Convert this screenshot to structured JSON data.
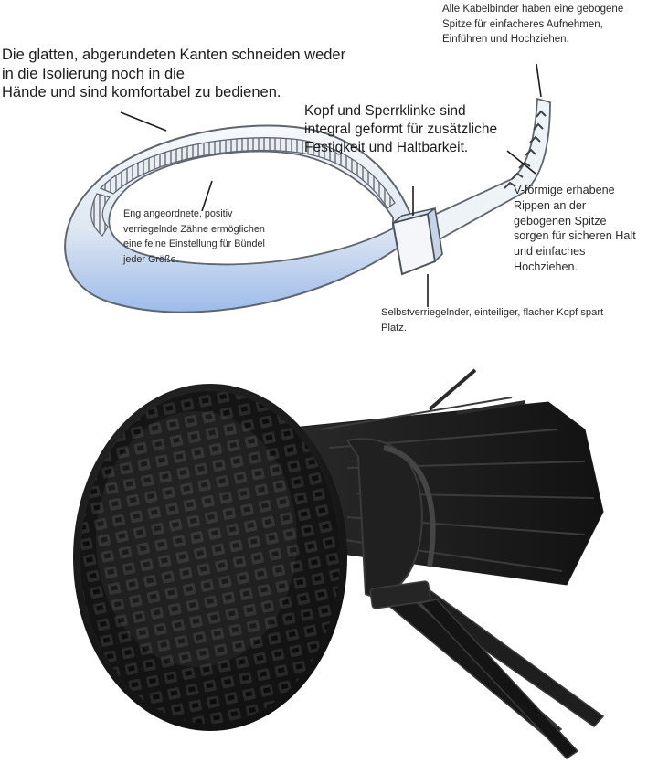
{
  "annotations": {
    "curved_tip": "Alle Kabelbinder haben eine gebogene\nSpitze für einfacheres Aufnehmen,\nEinführen und Hochziehen.",
    "rounded_edges": "Die glatten, abgerundeten Kanten schneiden weder\nin die Isolierung noch in die\nHände und sind komfortabel zu bedienen.",
    "head_pawl": "Kopf und Sperrklinke sind\nintegral geformt für zusätzliche\nFestigkeit und Haltbarkeit.",
    "teeth": "Eng angeordnete, positiv\nverriegelnde Zähne ermöglichen\neine feine Einstellung für Bündel\njeder Größe.",
    "v_ribs": "V-förmige erhabene\nRippen an der\ngebogenen Spitze\nsorgen für sicheren Halt\nund einfaches\nHochziehen.",
    "flat_head": "Selbstverriegelnder, einteiliger, flacher Kopf spart\nPlatz."
  },
  "colors": {
    "tie_light": "#eef3f8",
    "tie_blue": "#a9c6ef",
    "tie_edge": "#5f6670",
    "nylon_black": "#1b1b1b"
  }
}
